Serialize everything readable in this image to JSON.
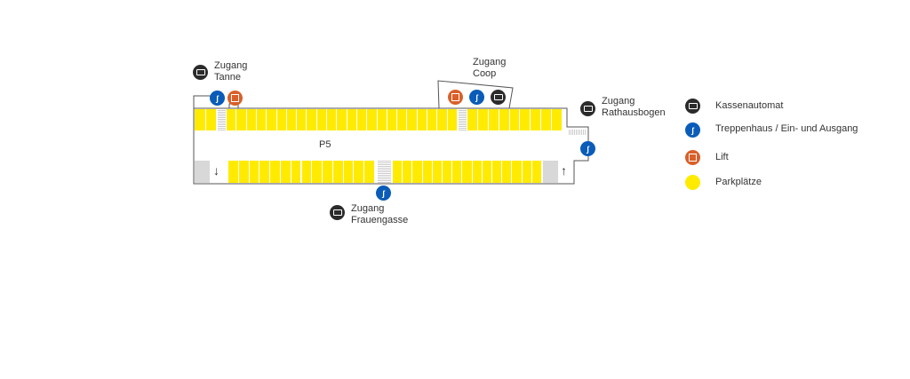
{
  "map": {
    "level": "P5",
    "access": {
      "tanne": [
        "Zugang",
        "Tanne"
      ],
      "coop": [
        "Zugang",
        "Coop"
      ],
      "rathausbogen": [
        "Zugang",
        "Rathausbogen"
      ],
      "frauengasse": [
        "Zugang",
        "Frauengasse"
      ]
    },
    "arrows": {
      "down": "↓",
      "up": "↑"
    },
    "stair_glyph": "ʃ"
  },
  "legend": {
    "items": [
      {
        "icon": "cash-machine-icon",
        "label": "Kassenautomat",
        "color": "#2b2b2b"
      },
      {
        "icon": "stairs-icon",
        "label": "Treppenhaus / Ein- und Ausgang",
        "color": "#0a5cb8"
      },
      {
        "icon": "lift-icon",
        "label": "Lift",
        "color": "#d9602a"
      },
      {
        "icon": "parking-icon",
        "label": "Parkplätze",
        "color": "#ffeb00"
      }
    ]
  }
}
